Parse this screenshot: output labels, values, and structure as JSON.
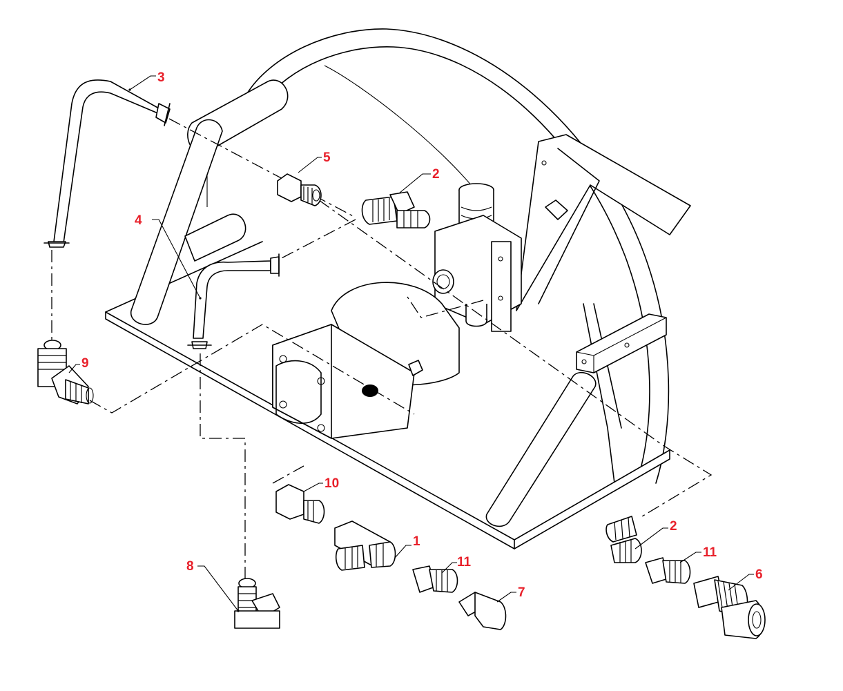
{
  "diagram": {
    "accent_color": "#e8202a",
    "callouts": [
      {
        "id": "c3",
        "label": "3"
      },
      {
        "id": "c5",
        "label": "5"
      },
      {
        "id": "c2a",
        "label": "2"
      },
      {
        "id": "c4",
        "label": "4"
      },
      {
        "id": "c9",
        "label": "9"
      },
      {
        "id": "c10",
        "label": "10"
      },
      {
        "id": "c1",
        "label": "1"
      },
      {
        "id": "c11a",
        "label": "11"
      },
      {
        "id": "c8",
        "label": "8"
      },
      {
        "id": "c7",
        "label": "7"
      },
      {
        "id": "c2b",
        "label": "2"
      },
      {
        "id": "c11b",
        "label": "11"
      },
      {
        "id": "c6",
        "label": "6"
      }
    ]
  }
}
